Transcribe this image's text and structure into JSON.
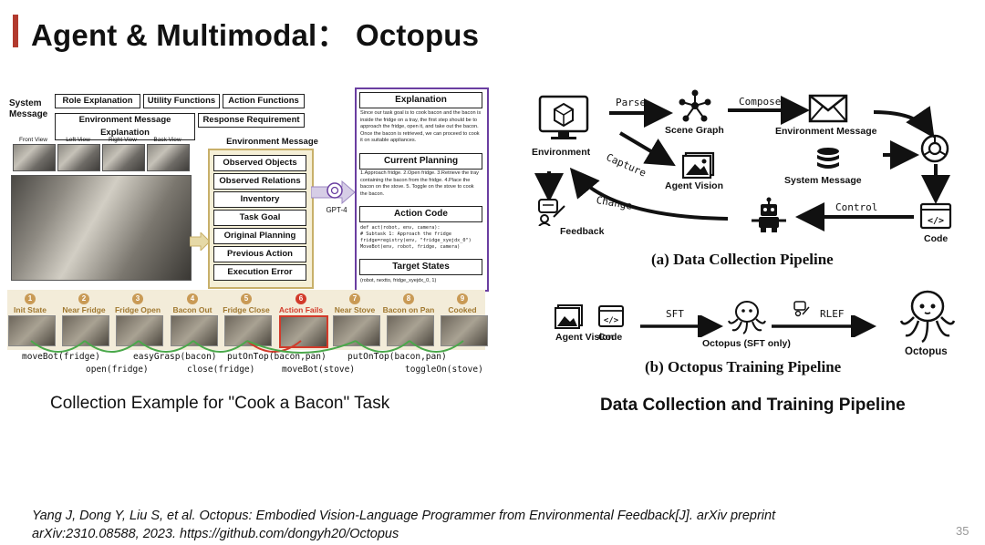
{
  "slide": {
    "title": "Agent & Multimodal： Octopus",
    "caption_left": "Collection Example for \"Cook a Bacon\" Task",
    "caption_right": "Data Collection and Training Pipeline",
    "citation_line1": "Yang J, Dong Y, Liu S, et al. Octopus: Embodied Vision-Language Programmer from Environmental Feedback[J]. arXiv preprint",
    "citation_line2": "arXiv:2310.08588, 2023. https://github.com/dongyh20/Octopus",
    "page_number": "35"
  },
  "left_figure": {
    "system_message_label": "System Message",
    "top_boxes": [
      "Role Explanation",
      "Utility Functions",
      "Action Functions",
      "Environment Message Explanation",
      "Response Requirement"
    ],
    "views": [
      "Front View",
      "Left View",
      "Right View",
      "Back View"
    ],
    "env_message_title": "Environment Message",
    "env_items": [
      "Observed Objects",
      "Observed Relations",
      "Inventory",
      "Task Goal",
      "Original Planning",
      "Previous Action",
      "Execution Error"
    ],
    "gpt_label": "GPT-4",
    "explanation_title": "Explanation",
    "explanation_text": "Since our task goal is to cook bacon and the bacon is inside the fridge on a tray, the first step should be to approach the fridge, open it, and take out the bacon. Once the bacon is retrieved, we can proceed to cook it on suitable appliances.",
    "planning_title": "Current Planning",
    "planning_text": "1.Approach fridge. 2.Open fridge. 3.Retrieve the tray containing the bacon from the fridge. 4.Place the bacon on the stove. 5. Toggle on the stove to cook the bacon.",
    "code_title": "Action Code",
    "code_lines": [
      "def act(robot, env, camera):",
      "  # Subtask 1: Approach the fridge",
      "  fridge=registry(env, \"fridge_xyejdx_0\")",
      "  MoveBot(env, robot, fridge, camera)"
    ],
    "target_title": "Target States",
    "target_text": "(robot, nextto, fridge_xyejdx_0, 1)",
    "steps": [
      {
        "num": "1",
        "label": "Init State"
      },
      {
        "num": "2",
        "label": "Near Fridge"
      },
      {
        "num": "3",
        "label": "Fridge Open"
      },
      {
        "num": "4",
        "label": "Bacon Out"
      },
      {
        "num": "5",
        "label": "Fridge Close"
      },
      {
        "num": "6",
        "label": "Action Fails"
      },
      {
        "num": "7",
        "label": "Near Stove"
      },
      {
        "num": "8",
        "label": "Bacon on Pan"
      },
      {
        "num": "9",
        "label": "Cooked"
      }
    ],
    "actions_top": [
      "moveBot(fridge)",
      "easyGrasp(bacon)",
      "putOnTop(bacon,pan)",
      "putOnTop(bacon,pan)"
    ],
    "actions_bottom": [
      "open(fridge)",
      "close(fridge)",
      "moveBot(stove)",
      "toggleOn(stove)"
    ]
  },
  "right_figure": {
    "environment_label": "Environment",
    "scene_graph_label": "Scene Graph",
    "env_message_label": "Environment Message",
    "agent_vision_label": "Agent Vision",
    "system_message_label": "System Message",
    "feedback_label": "Feedback",
    "code_label": "Code",
    "arrow_parse": "Parse",
    "arrow_compose": "Compose",
    "arrow_capture": "Capture",
    "arrow_change": "Change",
    "arrow_control": "Control",
    "caption_a": "(a) Data Collection Pipeline",
    "train_agent_vision": "Agent Vision",
    "train_code": "Code",
    "arrow_sft": "SFT",
    "octopus_sft_label": "Octopus (SFT only)",
    "arrow_rlef": "RLEF",
    "octopus_label": "Octopus",
    "caption_b": "(b) Octopus Training Pipeline"
  },
  "colors": {
    "accent_bar": "#b23a2e",
    "env_panel": "#f5efd6",
    "purple": "#6a3ea1",
    "step_gold": "#c99a55",
    "fail_red": "#d23a2a"
  }
}
